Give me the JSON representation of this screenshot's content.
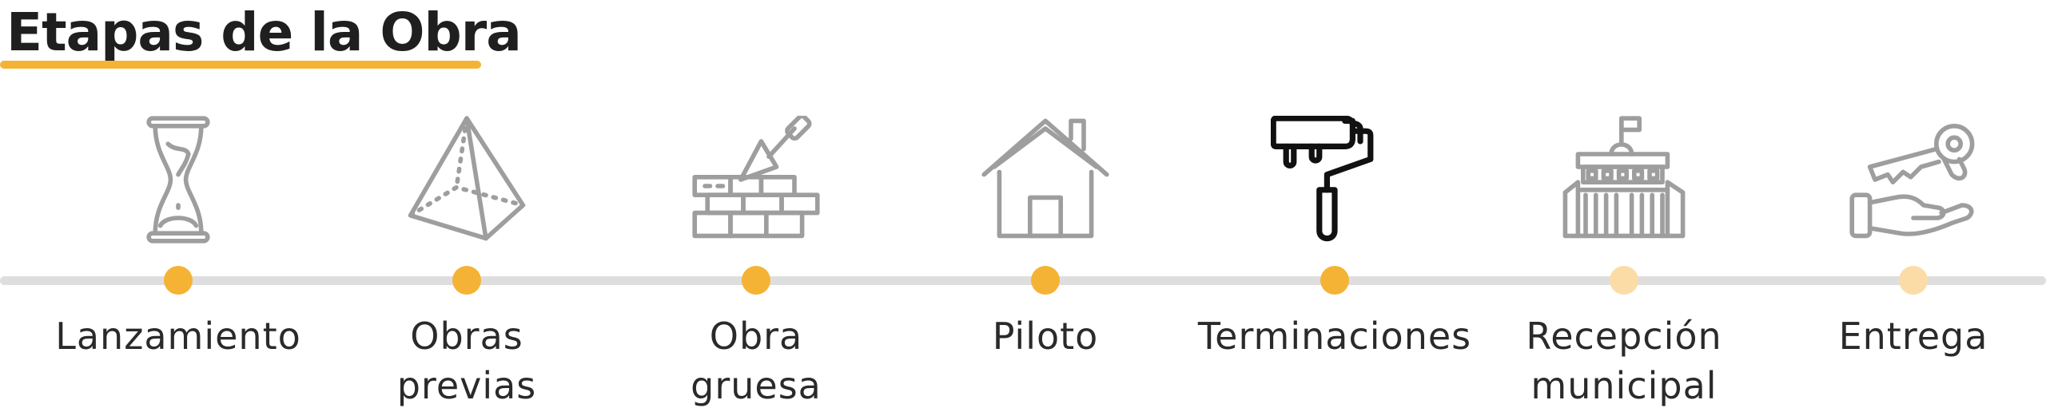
{
  "title": "Etapas de la Obra",
  "colors": {
    "accent": "#f5b335",
    "accent_light": "#fcdca6",
    "icon_gray": "#9e9e9e",
    "icon_active": "#111111",
    "line": "#dedede"
  },
  "stages": [
    {
      "line1": "Lanzamiento",
      "line2": "",
      "icon": "hourglass-icon",
      "state": "done"
    },
    {
      "line1": "Obras",
      "line2": "previas",
      "icon": "pyramid-icon",
      "state": "done"
    },
    {
      "line1": "Obra",
      "line2": "gruesa",
      "icon": "brick-wall-trowel-icon",
      "state": "done"
    },
    {
      "line1": "Piloto",
      "line2": "",
      "icon": "house-icon",
      "state": "done"
    },
    {
      "line1": "Terminaciones",
      "line2": "",
      "icon": "paint-roller-icon",
      "state": "current"
    },
    {
      "line1": "Recepción",
      "line2": "municipal",
      "icon": "municipal-building-icon",
      "state": "pending"
    },
    {
      "line1": "Entrega",
      "line2": "",
      "icon": "key-in-hand-icon",
      "state": "pending"
    }
  ]
}
